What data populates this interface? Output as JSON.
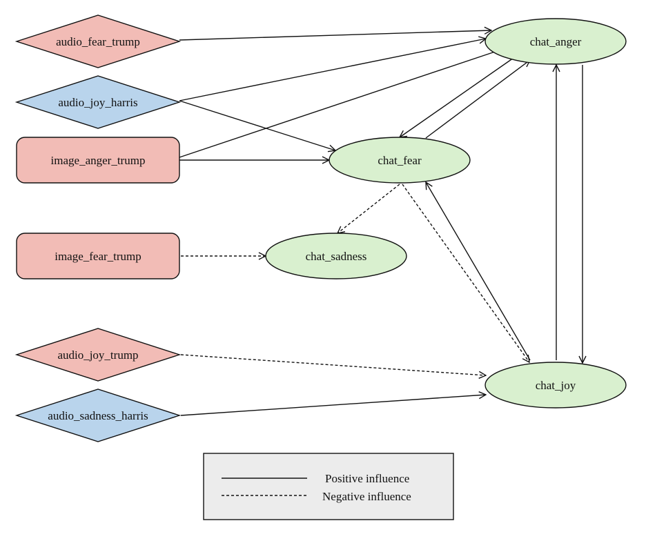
{
  "colors": {
    "trump": "#f2bcb6",
    "harris": "#b9d4ec",
    "chat": "#d9f0cf",
    "legend_bg": "#ececec",
    "stroke": "#111111"
  },
  "nodes": [
    {
      "id": "audio_fear_trump",
      "label": "audio_fear_trump",
      "shape": "diamond",
      "group": "trump"
    },
    {
      "id": "audio_joy_harris",
      "label": "audio_joy_harris",
      "shape": "diamond",
      "group": "harris"
    },
    {
      "id": "image_anger_trump",
      "label": "image_anger_trump",
      "shape": "rounded-rect",
      "group": "trump"
    },
    {
      "id": "image_fear_trump",
      "label": "image_fear_trump",
      "shape": "rounded-rect",
      "group": "trump"
    },
    {
      "id": "audio_joy_trump",
      "label": "audio_joy_trump",
      "shape": "diamond",
      "group": "trump"
    },
    {
      "id": "audio_sadness_harris",
      "label": "audio_sadness_harris",
      "shape": "diamond",
      "group": "harris"
    },
    {
      "id": "chat_anger",
      "label": "chat_anger",
      "shape": "ellipse",
      "group": "chat"
    },
    {
      "id": "chat_fear",
      "label": "chat_fear",
      "shape": "ellipse",
      "group": "chat"
    },
    {
      "id": "chat_sadness",
      "label": "chat_sadness",
      "shape": "ellipse",
      "group": "chat"
    },
    {
      "id": "chat_joy",
      "label": "chat_joy",
      "shape": "ellipse",
      "group": "chat"
    }
  ],
  "edges": [
    {
      "from": "audio_fear_trump",
      "to": "chat_anger",
      "influence": "positive"
    },
    {
      "from": "audio_joy_harris",
      "to": "chat_anger",
      "influence": "positive"
    },
    {
      "from": "audio_joy_harris",
      "to": "chat_fear",
      "influence": "positive"
    },
    {
      "from": "image_anger_trump",
      "to": "chat_anger",
      "influence": "positive"
    },
    {
      "from": "image_anger_trump",
      "to": "chat_fear",
      "influence": "positive"
    },
    {
      "from": "image_fear_trump",
      "to": "chat_sadness",
      "influence": "negative"
    },
    {
      "from": "audio_joy_trump",
      "to": "chat_joy",
      "influence": "negative"
    },
    {
      "from": "audio_sadness_harris",
      "to": "chat_joy",
      "influence": "positive"
    },
    {
      "from": "chat_anger",
      "to": "chat_fear",
      "influence": "positive"
    },
    {
      "from": "chat_fear",
      "to": "chat_anger",
      "influence": "positive"
    },
    {
      "from": "chat_fear",
      "to": "chat_sadness",
      "influence": "negative"
    },
    {
      "from": "chat_fear",
      "to": "chat_joy",
      "influence": "negative"
    },
    {
      "from": "chat_joy",
      "to": "chat_fear",
      "influence": "positive"
    },
    {
      "from": "chat_joy",
      "to": "chat_anger",
      "influence": "positive"
    },
    {
      "from": "chat_anger",
      "to": "chat_joy",
      "influence": "positive"
    }
  ],
  "legend": {
    "positive_label": "Positive influence",
    "negative_label": "Negative influence"
  }
}
